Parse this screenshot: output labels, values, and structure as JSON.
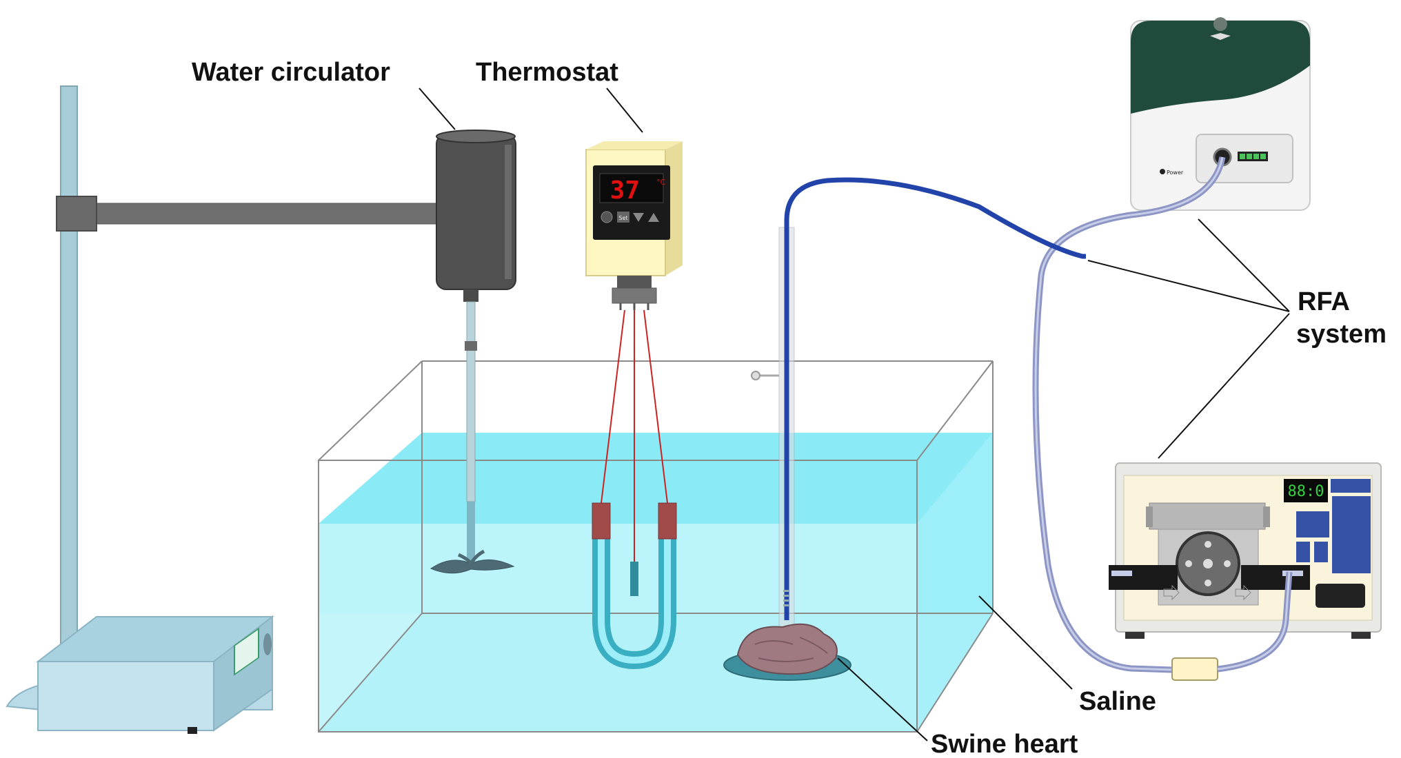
{
  "labels": {
    "water_circulator": "Water circulator",
    "thermostat": "Thermostat",
    "rfa_line1": "RFA",
    "rfa_line2": "system",
    "saline": "Saline",
    "swine_heart": "Swine heart"
  },
  "thermostat_display": {
    "reading": "37",
    "unit": "°C",
    "set_button": "Set"
  },
  "generator": {
    "power_label": "Power"
  },
  "pump": {
    "display_reading": "88:0"
  },
  "colors": {
    "water": "#7fe8f5",
    "water_light": "#b8f3fa",
    "electrode_cable": "#2244aa",
    "saline_tube": "#8c95c4",
    "generator_top": "#1f4a3c",
    "pump_buttons": "#3552a6",
    "thermostat_body": "#fff7c2",
    "thermostat_display": "#e01010"
  }
}
